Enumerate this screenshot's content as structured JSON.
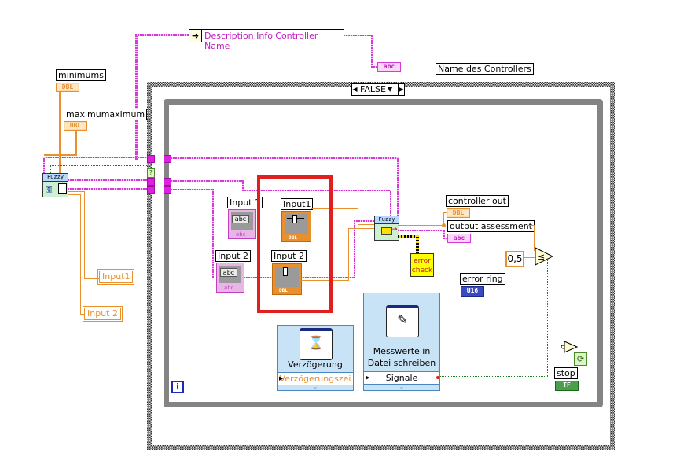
{
  "diagram": {
    "description_node": "Description.Info.Controller Name",
    "case_selector": "FALSE",
    "controller_name_label": "Name des Controllers",
    "minimums_label": "minimums",
    "maximum_label": "maximumaximum",
    "fuzzy_vi_header": "Fuzzy",
    "input1_const": "Input1",
    "input2_const": "Input 2",
    "string_ctl_input1_label": "Input 1",
    "string_ctl_input2_label": "Input 2",
    "string_field_text": "abc",
    "slider_input1_label": "Input1",
    "slider_input2_label": "Input 2",
    "fuzzy_inner_header": "Fuzzy",
    "error_check_line1": "error",
    "error_check_line2": "check",
    "controller_out_label": "controller out",
    "output_assessment_label": "output assessment",
    "constant_value": "0,5",
    "error_ring_label": "error ring",
    "error_ring_type": "U16",
    "delay_vi_title": "Verzögerung",
    "delay_vi_param": "Verzögerungszei",
    "write_vi_title_line1": "Messwerte in",
    "write_vi_title_line2": "Datei schreiben",
    "write_vi_param": "Signale",
    "stop_label": "stop",
    "stop_type": "TF",
    "iteration_terminal": "i",
    "type_dbl": "DBL",
    "type_abc": "abc",
    "unknown_tunnel": "?",
    "expand_chevron": "⌄"
  },
  "colors": {
    "string_wire": "#d63ad6",
    "numeric_wire": "#e8902e",
    "boolean_wire": "#1a7a1a",
    "highlight_box": "#e0201f",
    "error_check_bg": "#ffff00"
  }
}
